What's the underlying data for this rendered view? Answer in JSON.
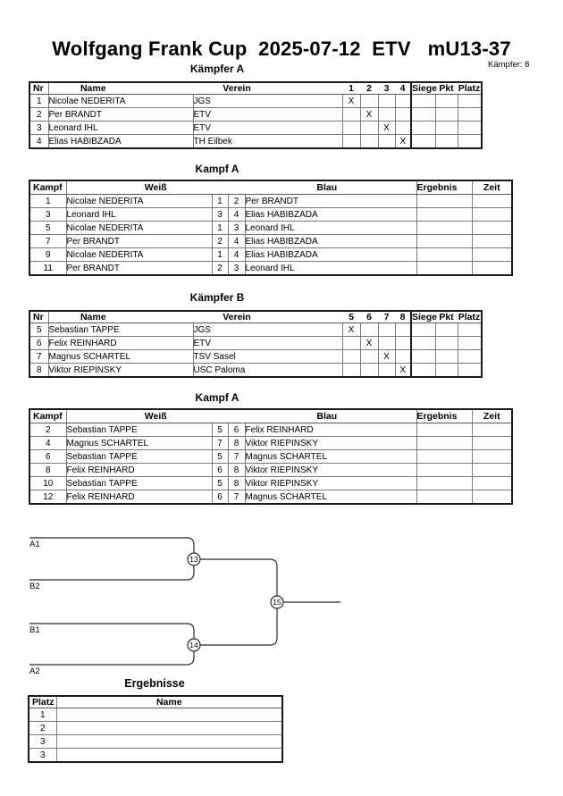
{
  "header": {
    "title": "Wolfgang Frank Cup  2025-07-12  ETV   mU13-37",
    "fighter_count": "Kämpfer: 8"
  },
  "kaempfer_a": {
    "title": "Kämpfer A",
    "headers": {
      "nr": "Nr",
      "name": "Name",
      "verein": "Verein",
      "n1": "1",
      "n2": "2",
      "n3": "3",
      "n4": "4",
      "siege": "Siege",
      "pkt": "Pkt",
      "platz": "Platz"
    },
    "rows": [
      {
        "nr": "1",
        "name": "Nicolae NEDERITA",
        "verein": "JGS",
        "x1": "X",
        "x2": "",
        "x3": "",
        "x4": "",
        "siege": "",
        "pkt": "",
        "platz": ""
      },
      {
        "nr": "2",
        "name": "Per BRANDT",
        "verein": "ETV",
        "x1": "",
        "x2": "X",
        "x3": "",
        "x4": "",
        "siege": "",
        "pkt": "",
        "platz": ""
      },
      {
        "nr": "3",
        "name": "Leonard IHL",
        "verein": "ETV",
        "x1": "",
        "x2": "",
        "x3": "X",
        "x4": "",
        "siege": "",
        "pkt": "",
        "platz": ""
      },
      {
        "nr": "4",
        "name": "Elias HABIBZADA",
        "verein": "TH Eilbek",
        "x1": "",
        "x2": "",
        "x3": "",
        "x4": "X",
        "siege": "",
        "pkt": "",
        "platz": ""
      }
    ]
  },
  "kampf_a1": {
    "title": "Kampf A",
    "headers": {
      "kampf": "Kampf",
      "weiss": "Weiß",
      "blau": "Blau",
      "ergebnis": "Ergebnis",
      "zeit": "Zeit"
    },
    "rows": [
      {
        "kampf": "1",
        "weiss": "Nicolae NEDERITA",
        "wn": "1",
        "bn": "2",
        "blau": "Per BRANDT",
        "ergebnis": "",
        "zeit": ""
      },
      {
        "kampf": "3",
        "weiss": "Leonard IHL",
        "wn": "3",
        "bn": "4",
        "blau": "Elias HABIBZADA",
        "ergebnis": "",
        "zeit": ""
      },
      {
        "kampf": "5",
        "weiss": "Nicolae NEDERITA",
        "wn": "1",
        "bn": "3",
        "blau": "Leonard IHL",
        "ergebnis": "",
        "zeit": ""
      },
      {
        "kampf": "7",
        "weiss": "Per BRANDT",
        "wn": "2",
        "bn": "4",
        "blau": "Elias HABIBZADA",
        "ergebnis": "",
        "zeit": ""
      },
      {
        "kampf": "9",
        "weiss": "Nicolae NEDERITA",
        "wn": "1",
        "bn": "4",
        "blau": "Elias HABIBZADA",
        "ergebnis": "",
        "zeit": ""
      },
      {
        "kampf": "11",
        "weiss": "Per BRANDT",
        "wn": "2",
        "bn": "3",
        "blau": "Leonard IHL",
        "ergebnis": "",
        "zeit": ""
      }
    ]
  },
  "kaempfer_b": {
    "title": "Kämpfer B",
    "headers": {
      "nr": "Nr",
      "name": "Name",
      "verein": "Verein",
      "n1": "5",
      "n2": "6",
      "n3": "7",
      "n4": "8",
      "siege": "Siege",
      "pkt": "Pkt",
      "platz": "Platz"
    },
    "rows": [
      {
        "nr": "5",
        "name": "Sebastian TAPPE",
        "verein": "JGS",
        "x1": "X",
        "x2": "",
        "x3": "",
        "x4": "",
        "siege": "",
        "pkt": "",
        "platz": ""
      },
      {
        "nr": "6",
        "name": "Felix REINHARD",
        "verein": "ETV",
        "x1": "",
        "x2": "X",
        "x3": "",
        "x4": "",
        "siege": "",
        "pkt": "",
        "platz": ""
      },
      {
        "nr": "7",
        "name": "Magnus SCHARTEL",
        "verein": "TSV Sasel",
        "x1": "",
        "x2": "",
        "x3": "X",
        "x4": "",
        "siege": "",
        "pkt": "",
        "platz": ""
      },
      {
        "nr": "8",
        "name": "Viktor RIEPINSKY",
        "verein": "USC Paloma",
        "x1": "",
        "x2": "",
        "x3": "",
        "x4": "X",
        "siege": "",
        "pkt": "",
        "platz": ""
      }
    ]
  },
  "kampf_a2": {
    "title": "Kampf A",
    "headers": {
      "kampf": "Kampf",
      "weiss": "Weiß",
      "blau": "Blau",
      "ergebnis": "Ergebnis",
      "zeit": "Zeit"
    },
    "rows": [
      {
        "kampf": "2",
        "weiss": "Sebastian TAPPE",
        "wn": "5",
        "bn": "6",
        "blau": "Felix REINHARD",
        "ergebnis": "",
        "zeit": ""
      },
      {
        "kampf": "4",
        "weiss": "Magnus SCHARTEL",
        "wn": "7",
        "bn": "8",
        "blau": "Viktor RIEPINSKY",
        "ergebnis": "",
        "zeit": ""
      },
      {
        "kampf": "6",
        "weiss": "Sebastian TAPPE",
        "wn": "5",
        "bn": "7",
        "blau": "Magnus SCHARTEL",
        "ergebnis": "",
        "zeit": ""
      },
      {
        "kampf": "8",
        "weiss": "Felix REINHARD",
        "wn": "6",
        "bn": "8",
        "blau": "Viktor RIEPINSKY",
        "ergebnis": "",
        "zeit": ""
      },
      {
        "kampf": "10",
        "weiss": "Sebastian TAPPE",
        "wn": "5",
        "bn": "8",
        "blau": "Viktor RIEPINSKY",
        "ergebnis": "",
        "zeit": ""
      },
      {
        "kampf": "12",
        "weiss": "Felix REINHARD",
        "wn": "6",
        "bn": "7",
        "blau": "Magnus SCHARTEL",
        "ergebnis": "",
        "zeit": ""
      }
    ]
  },
  "bracket": {
    "slot_a1": "A1",
    "slot_b2": "B2",
    "slot_b1": "B1",
    "slot_a2": "A2",
    "match_13": "13",
    "match_14": "14",
    "match_15": "15"
  },
  "ergebnisse": {
    "title": "Ergebnisse",
    "headers": {
      "platz": "Platz",
      "name": "Name"
    },
    "rows": [
      {
        "platz": "1",
        "name": ""
      },
      {
        "platz": "2",
        "name": ""
      },
      {
        "platz": "3",
        "name": ""
      },
      {
        "platz": "3",
        "name": ""
      }
    ]
  }
}
